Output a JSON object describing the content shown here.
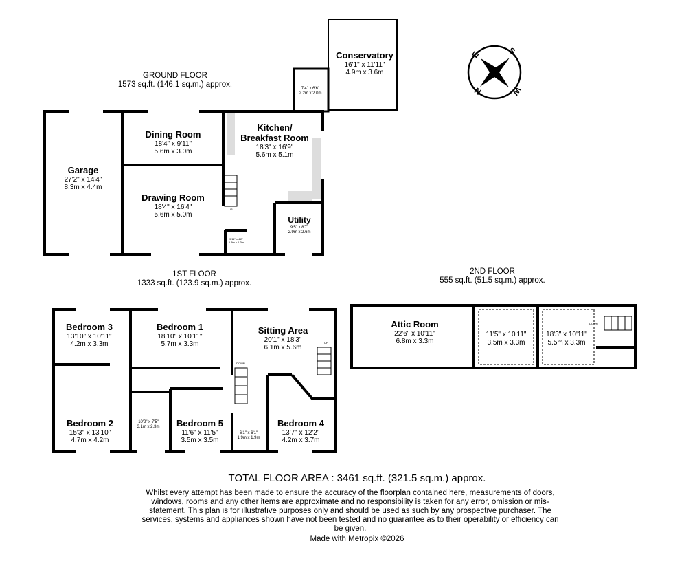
{
  "ground_floor": {
    "title": "GROUND FLOOR",
    "area": "1573 sq.ft. (146.1 sq.m.) approx.",
    "rooms": [
      {
        "name": "Garage",
        "imperial": "27'2\" x 14'4\"",
        "metric": "8.3m x 4.4m"
      },
      {
        "name": "Dining Room",
        "imperial": "18'4\" x 9'11\"",
        "metric": "5.6m x 3.0m"
      },
      {
        "name": "Drawing Room",
        "imperial": "18'4\" x 16'4\"",
        "metric": "5.6m x 5.0m"
      },
      {
        "name": "Kitchen/",
        "name2": "Breakfast Room",
        "imperial": "18'3\" x 16'9\"",
        "metric": "5.6m x 5.1m"
      },
      {
        "name": "Utility",
        "imperial": "9'5\" x 8'7\"",
        "metric": "2.9m x 2.6m"
      },
      {
        "name": "Conservatory",
        "imperial": "16'1\" x 11'11\"",
        "metric": "4.9m x 3.6m"
      }
    ],
    "lobby": {
      "imperial": "7'4\" x 6'6\"",
      "metric": "2.2m x 2.0m"
    },
    "wc": {
      "imperial": "5'11\" x 4'2\"",
      "metric": "1.8m x 1.3m"
    },
    "stairs_label": "UP"
  },
  "first_floor": {
    "title": "1ST FLOOR",
    "area": "1333 sq.ft. (123.9 sq.m.) approx.",
    "rooms": [
      {
        "name": "Bedroom 3",
        "imperial": "13'10\" x 10'11\"",
        "metric": "4.2m x 3.3m"
      },
      {
        "name": "Bedroom 1",
        "imperial": "18'10\" x 10'11\"",
        "metric": "5.7m x 3.3m"
      },
      {
        "name": "Sitting Area",
        "imperial": "20'1\" x 18'3\"",
        "metric": "6.1m x 5.6m"
      },
      {
        "name": "Bedroom 2",
        "imperial": "15'3\" x 13'10\"",
        "metric": "4.7m x 4.2m"
      },
      {
        "name": "Bedroom 5",
        "imperial": "11'6\" x 11'5\"",
        "metric": "3.5m x 3.5m"
      },
      {
        "name": "Bedroom 4",
        "imperial": "13'7\" x 12'2\"",
        "metric": "4.2m x 3.7m"
      }
    ],
    "bathroom": {
      "imperial": "10'2\" x 7'5\"",
      "metric": "3.1m x 2.3m"
    },
    "wc": {
      "imperial": "6'1\" x 6'1\"",
      "metric": "1.9m x 1.9m"
    },
    "stairs_down": "DOWN",
    "stairs_up": "UP"
  },
  "second_floor": {
    "title": "2ND FLOOR",
    "area": "555 sq.ft. (51.5 sq.m.) approx.",
    "rooms": [
      {
        "name": "Attic Room",
        "imperial": "22'6\" x 10'11\"",
        "metric": "6.8m x 3.3m"
      },
      {
        "imperial": "11'5\" x 10'11\"",
        "metric": "3.5m x 3.3m"
      },
      {
        "imperial": "18'3\" x 10'11\"",
        "metric": "5.5m x 3.3m"
      }
    ],
    "stairs_down": "DOWN"
  },
  "compass": {
    "letters": [
      "S",
      "E",
      "N",
      "W"
    ]
  },
  "total": "TOTAL FLOOR AREA : 3461 sq.ft. (321.5 sq.m.) approx.",
  "disclaimer": "Whilst every attempt has been made to ensure the accuracy of the floorplan contained here, measurements of doors, windows, rooms and any other items are approximate and no responsibility is taken for any error, omission or mis-statement. This plan is for illustrative purposes only and should be used as such by any prospective purchaser. The services, systems and appliances shown have not been tested and no guarantee as to their operability or efficiency can be given.",
  "credit": "Made with Metropix ©2026"
}
